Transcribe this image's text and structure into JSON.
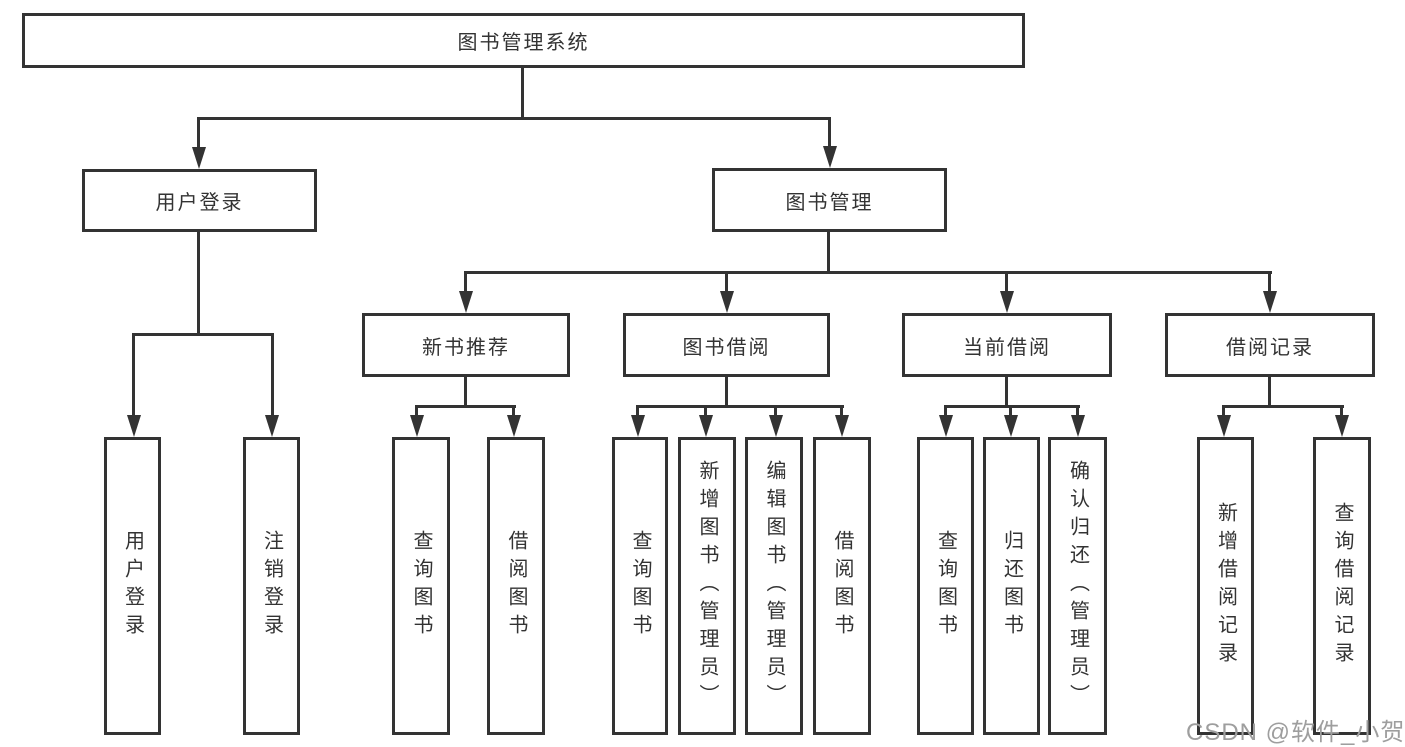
{
  "diagram": {
    "root": {
      "label": "图书管理系统"
    },
    "level2": [
      {
        "label": "用户登录"
      },
      {
        "label": "图书管理"
      }
    ],
    "level3": [
      {
        "label": "新书推荐"
      },
      {
        "label": "图书借阅"
      },
      {
        "label": "当前借阅"
      },
      {
        "label": "借阅记录"
      }
    ],
    "leaves": [
      {
        "label": "用户登录"
      },
      {
        "label": "注销登录"
      },
      {
        "label": "查询图书"
      },
      {
        "label": "借阅图书"
      },
      {
        "label": "查询图书"
      },
      {
        "label": "新增图书（管理员）"
      },
      {
        "label": "编辑图书（管理员）"
      },
      {
        "label": "借阅图书"
      },
      {
        "label": "查询图书"
      },
      {
        "label": "归还图书"
      },
      {
        "label": "确认归还（管理员）"
      },
      {
        "label": "新增借阅记录"
      },
      {
        "label": "查询借阅记录"
      }
    ]
  },
  "watermark": {
    "text": "CSDN @软件_小贺同学"
  },
  "colors": {
    "line": "#333333",
    "text": "#333333",
    "watermark": "#9e9e9e",
    "background": "#ffffff"
  }
}
